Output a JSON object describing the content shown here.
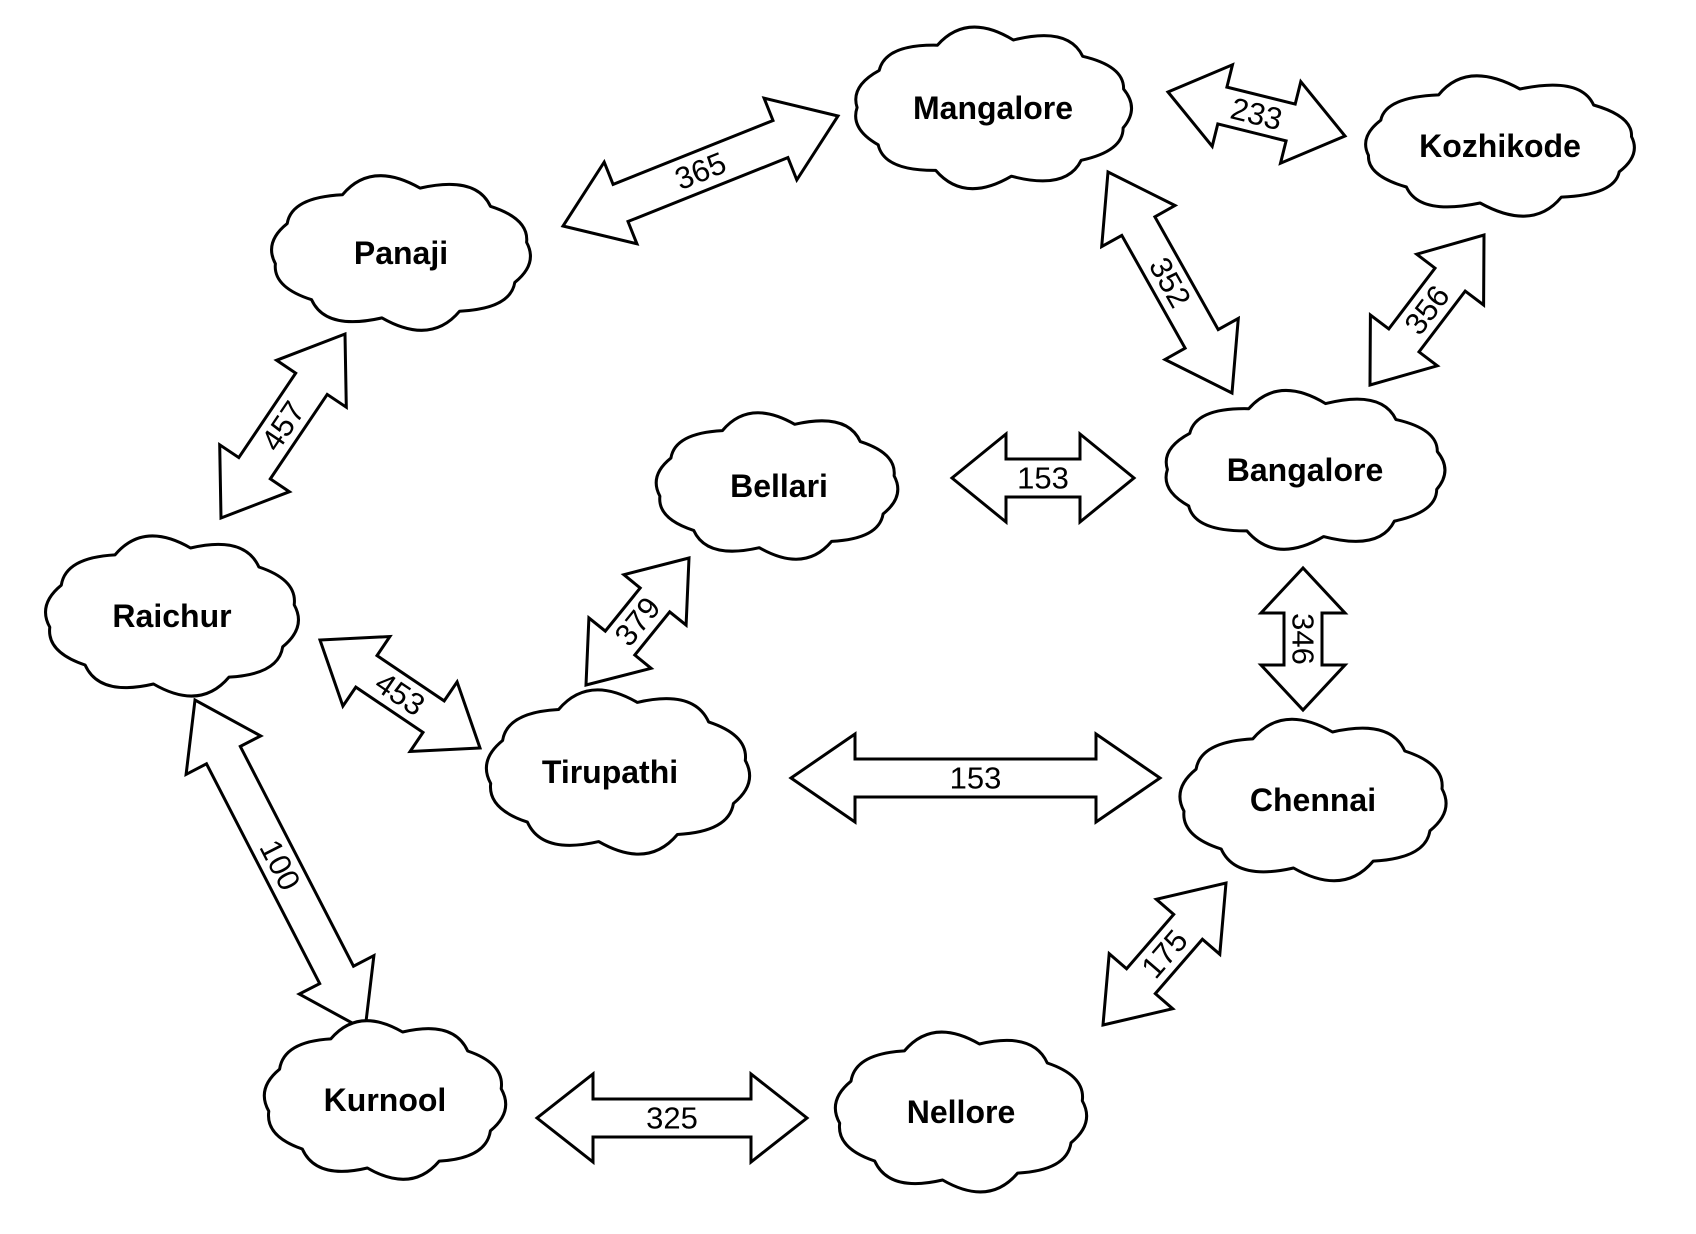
{
  "diagram": {
    "cities": [
      {
        "id": "mangalore",
        "name": "Mangalore"
      },
      {
        "id": "kozhikode",
        "name": "Kozhikode"
      },
      {
        "id": "panaji",
        "name": "Panaji"
      },
      {
        "id": "bellari",
        "name": "Bellari"
      },
      {
        "id": "bangalore",
        "name": "Bangalore"
      },
      {
        "id": "raichur",
        "name": "Raichur"
      },
      {
        "id": "tirupathi",
        "name": "Tirupathi"
      },
      {
        "id": "chennai",
        "name": "Chennai"
      },
      {
        "id": "kurnool",
        "name": "Kurnool"
      },
      {
        "id": "nellore",
        "name": "Nellore"
      }
    ],
    "routes": [
      {
        "from": "Panaji",
        "to": "Mangalore",
        "distance": "365"
      },
      {
        "from": "Mangalore",
        "to": "Kozhikode",
        "distance": "233"
      },
      {
        "from": "Mangalore",
        "to": "Bangalore",
        "distance": "352"
      },
      {
        "from": "Bangalore",
        "to": "Kozhikode",
        "distance": "356"
      },
      {
        "from": "Raichur",
        "to": "Panaji",
        "distance": "457"
      },
      {
        "from": "Bellari",
        "to": "Bangalore",
        "distance": "153"
      },
      {
        "from": "Tirupathi",
        "to": "Bellari",
        "distance": "379"
      },
      {
        "from": "Raichur",
        "to": "Tirupathi",
        "distance": "453"
      },
      {
        "from": "Bangalore",
        "to": "Chennai",
        "distance": "346"
      },
      {
        "from": "Tirupathi",
        "to": "Chennai",
        "distance": "153"
      },
      {
        "from": "Raichur",
        "to": "Kurnool",
        "distance": "100"
      },
      {
        "from": "Nellore",
        "to": "Chennai",
        "distance": "175"
      },
      {
        "from": "Kurnool",
        "to": "Nellore",
        "distance": "325"
      }
    ]
  }
}
